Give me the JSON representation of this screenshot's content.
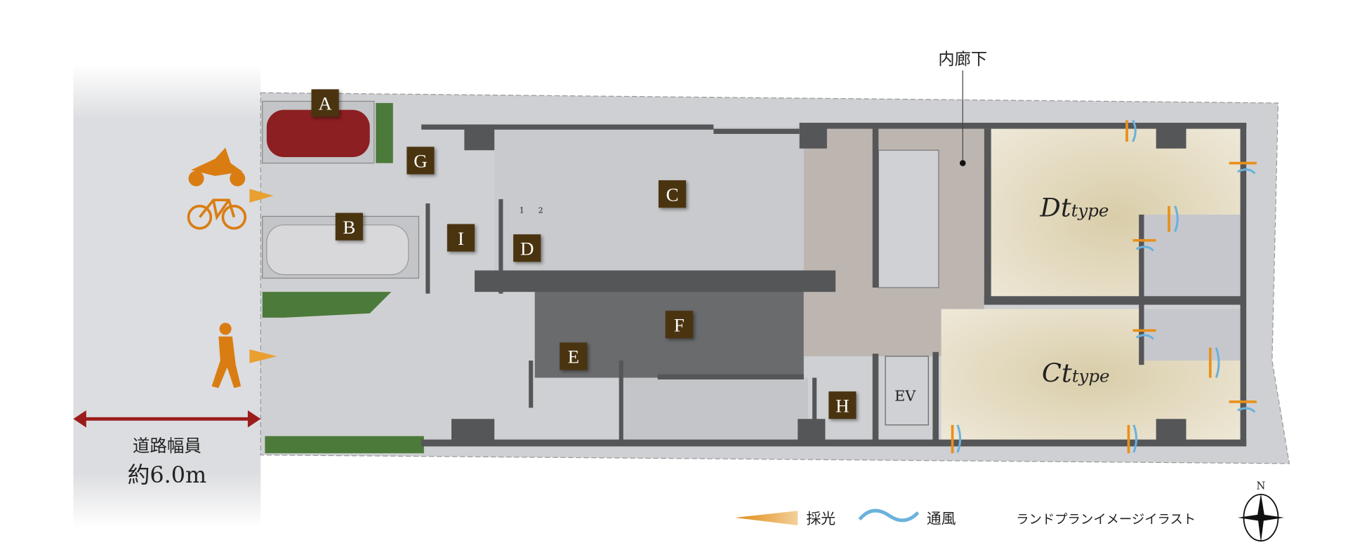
{
  "title": "ランドプランイメージイラスト",
  "corridor_label": "内廊下",
  "road": {
    "label": "道路幅員",
    "width": "約6.0m"
  },
  "legend": {
    "light": "採光",
    "wind": "通風"
  },
  "compass": "N",
  "markers": [
    "A",
    "B",
    "C",
    "D",
    "E",
    "F",
    "G",
    "H",
    "I"
  ],
  "elevator": "EV",
  "parking_numbers": [
    "1",
    "2"
  ],
  "units": [
    {
      "name": "Dt",
      "suffix": "type"
    },
    {
      "name": "Ct",
      "suffix": "type"
    }
  ],
  "colors": {
    "marker": "#4a3410",
    "access": "#d97d12",
    "road_arrow": "#9b1c1c",
    "unit": "#e2d7b9",
    "wall": "#555658",
    "wind": "#6ab2dc"
  }
}
